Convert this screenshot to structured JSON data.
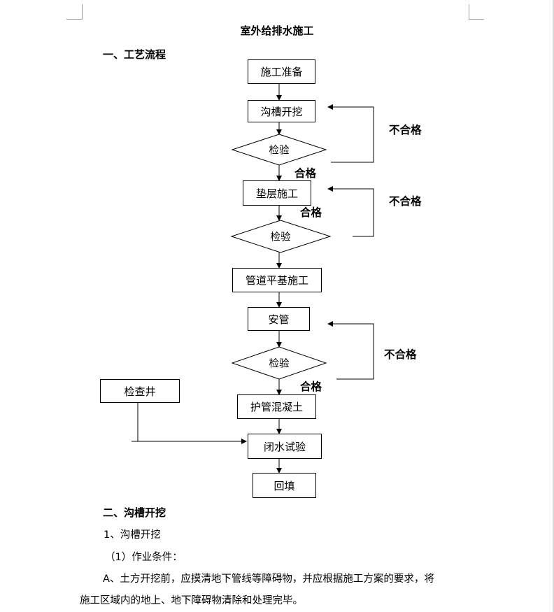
{
  "document": {
    "title": "室外给排水施工",
    "section1_heading": "一、工艺流程",
    "section2_heading": "二、沟槽开挖",
    "sub1": "1、沟槽开挖",
    "sub2": "（1）作业条件：",
    "para_line1": "A、土方开挖前，应摸清地下管线等障碍物，并应根据施工方案的要求，将",
    "para_line2": "施工区域内的地上、地下障碍物清除和处理完毕。"
  },
  "flowchart": {
    "steps": {
      "prep": "施工准备",
      "trench": "沟槽开挖",
      "check1": "检验",
      "cushion": "垫层施工",
      "check2": "检验",
      "base": "管道平基施工",
      "install": "安管",
      "check3": "检验",
      "concrete": "护管混凝土",
      "inspection_well": "检查井",
      "water_test": "闭水试验",
      "backfill": "回填"
    },
    "labels": {
      "fail1": "不合格",
      "pass1": "合格",
      "fail2": "不合格",
      "pass2": "合格",
      "fail3": "不合格",
      "pass3": "合格"
    }
  }
}
